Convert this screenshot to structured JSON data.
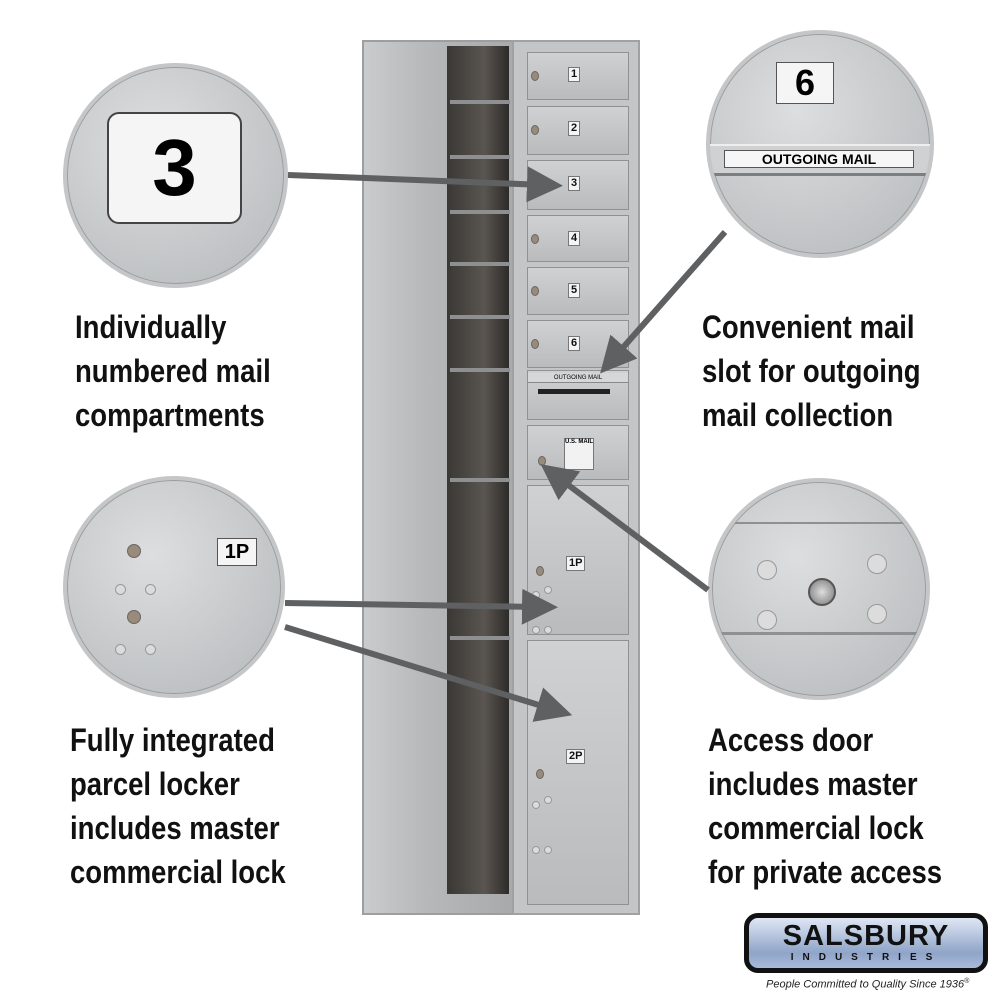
{
  "callouts": [
    {
      "id": "numbered",
      "zoom_label": "3",
      "lines": [
        "Individually",
        "numbered mail",
        "compartments"
      ]
    },
    {
      "id": "outgoing",
      "zoom_label": "6",
      "zoom_sublabel": "OUTGOING MAIL",
      "lines": [
        "Convenient mail",
        "slot for outgoing",
        "mail collection"
      ]
    },
    {
      "id": "parcel",
      "zoom_label": "1P",
      "lines": [
        "Fully integrated",
        "parcel locker",
        "includes master",
        "commercial lock"
      ]
    },
    {
      "id": "access",
      "lines": [
        "Access door",
        "includes master",
        "commercial lock",
        "for private access"
      ]
    }
  ],
  "mailbox": {
    "compartments": [
      "1",
      "2",
      "3",
      "4",
      "5",
      "6"
    ],
    "outgoing_label": "OUTGOING MAIL",
    "usmail_label": "U.S. MAIL",
    "parcels": [
      "1P",
      "2P"
    ]
  },
  "brand": {
    "name": "SALSBURY",
    "sub": "INDUSTRIES",
    "tagline": "People Committed to Quality Since 1936",
    "reg": "®"
  },
  "colors": {
    "arrow": "#5e6062",
    "text": "#111111",
    "panel": "#c3c5c7"
  }
}
